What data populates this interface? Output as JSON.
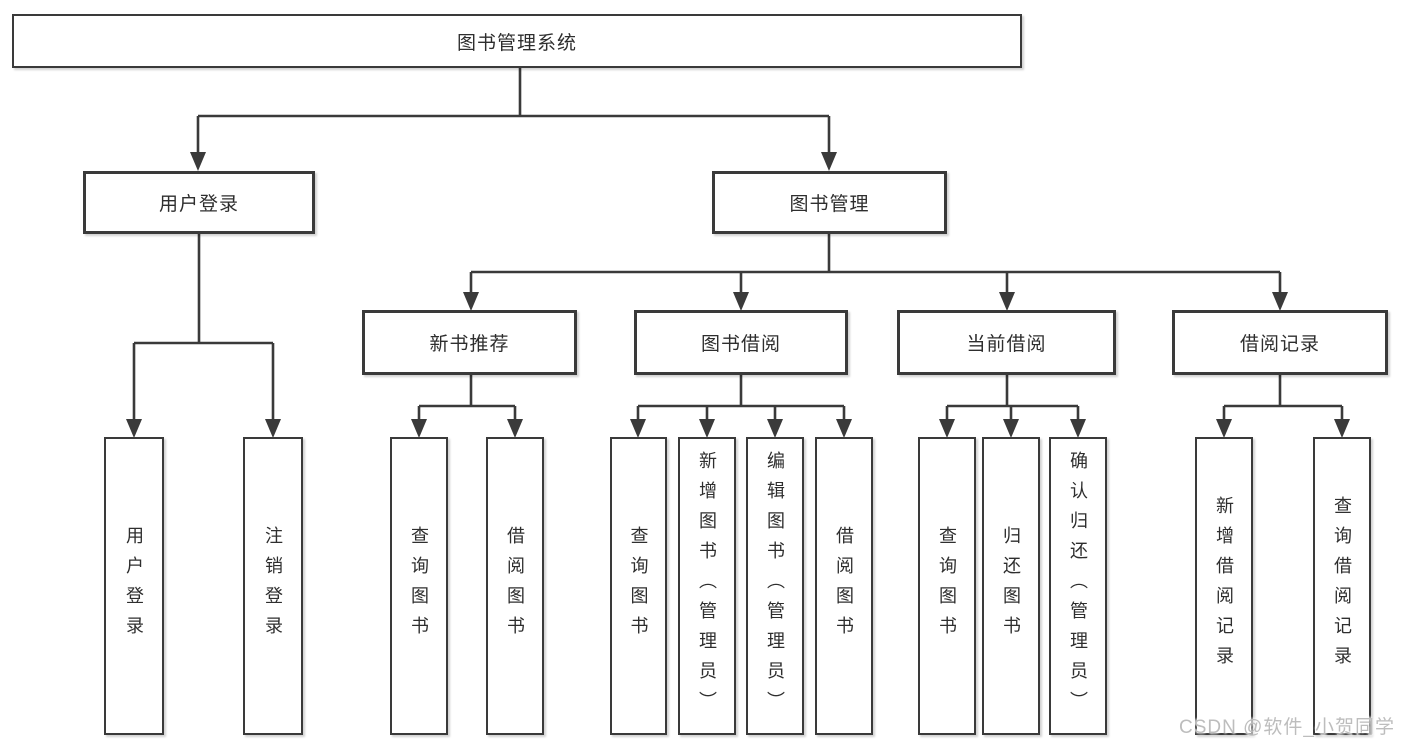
{
  "nodes": {
    "root": "图书管理系统",
    "user_login": "用户登录",
    "book_mgmt": "图书管理",
    "new_book_rec": "新书推荐",
    "book_borrow": "图书借阅",
    "current_borrow": "当前借阅",
    "borrow_records": "借阅记录",
    "leaf_user_login": "用户登录",
    "leaf_logout": "注销登录",
    "leaf_nbr_query_books": "查询图书",
    "leaf_nbr_borrow_books": "借阅图书",
    "leaf_bb_query_books": "查询图书",
    "leaf_bb_add_books": "新增图书（管理员）",
    "leaf_bb_edit_books": "编辑图书（管理员）",
    "leaf_bb_borrow_books": "借阅图书",
    "leaf_cb_query_books": "查询图书",
    "leaf_cb_return_books": "归还图书",
    "leaf_cb_confirm_return": "确认归还（管理员）",
    "leaf_br_add_record": "新增借阅记录",
    "leaf_br_query_record": "查询借阅记录"
  },
  "watermark": "CSDN @软件_小贺同学",
  "colors": {
    "line": "#3a3a3a",
    "text": "#2e2e2e",
    "box_bg": "#ffffff",
    "background": "#ffffff",
    "watermark": "#bdbdbd"
  }
}
